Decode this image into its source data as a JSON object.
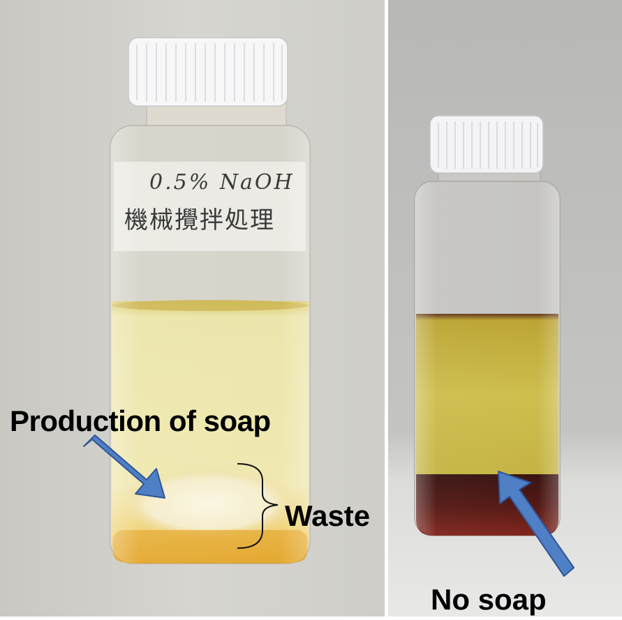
{
  "photo_left": {
    "label_line1": "0.5% NaOH",
    "label_line2": "機械攪拌処理",
    "annotation_soap": "Production of soap",
    "annotation_waste": "Waste"
  },
  "photo_right": {
    "annotation": "No soap"
  },
  "colors": {
    "arrow_fill": "#4f7fc4",
    "arrow_stroke": "#2f5597",
    "oil_left": "#e8e29a",
    "waste_orange": "#e0a020",
    "oil_right": "#c8b832",
    "sediment_right": "#4a0c08"
  }
}
